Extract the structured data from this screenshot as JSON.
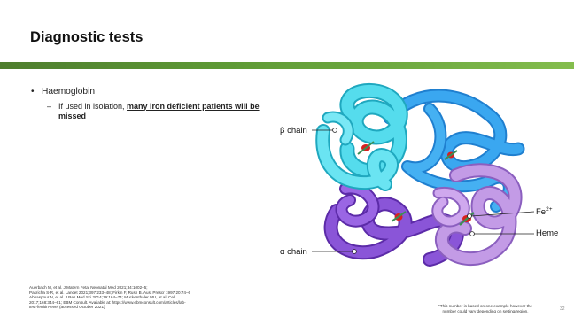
{
  "slide": {
    "title": "Diagnostic tests",
    "accent_color": "#5e9a35"
  },
  "bullets": {
    "level1": "Haemoglobin",
    "level2_prefix": "If used in isolation, ",
    "level2_emphasis": "many iron deficient patients will be missed"
  },
  "figure": {
    "beta_label": "β chain",
    "alpha_label": "α chain",
    "fe_label": "Fe",
    "fe_superscript": "2+",
    "heme_label": "Heme",
    "colors": {
      "cyan_chain": "#4fd4e6",
      "blue_chain": "#2a9be8",
      "purple_chain": "#8a55d8",
      "lilac_chain": "#b98be0",
      "heme_iron": "#d82020"
    }
  },
  "references": [
    "Auerbach M, et al. J Matern Fetal Neonatal Med 2021;34:1002–5;",
    "Pasricha S-R, et al. Lancet 2021;397:233–48; Firkin F, Rush B. Aust Prescr 1997;20:74–6",
    "Abbaspour N, et al. J Res Med Sci 2014;19:164–74; Muckenthaler MU, et al. Cell",
    "2017;168:344–61; EBM Consult. Available at: https://www.ebmconsult.com/articles/lab-",
    "test-ferritin-level (accessed October 2021)"
  ],
  "footnote": {
    "line1": "*This number is based on one example however the",
    "line2": "number could vary depending on setting/region."
  },
  "page_number": "32"
}
